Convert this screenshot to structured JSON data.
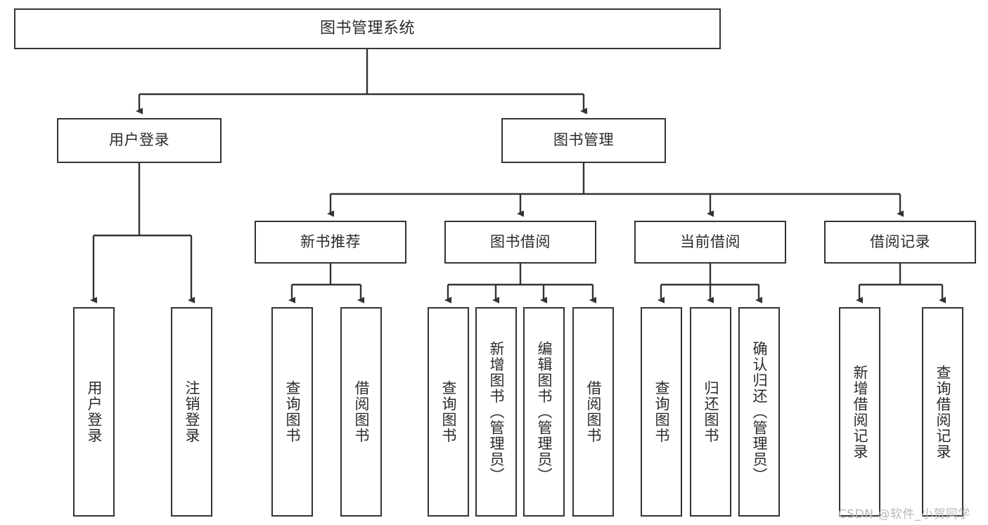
{
  "diagram": {
    "type": "hierarchy-tree",
    "title": "图书管理系统",
    "root": {
      "label": "图书管理系统"
    },
    "level2": [
      {
        "label": "用户登录"
      },
      {
        "label": "图书管理"
      }
    ],
    "level3": [
      {
        "label": "新书推荐"
      },
      {
        "label": "图书借阅"
      },
      {
        "label": "当前借阅"
      },
      {
        "label": "借阅记录"
      }
    ],
    "leaves": {
      "user_login": [
        {
          "label": "用户登录"
        },
        {
          "label": "注销登录"
        }
      ],
      "new_book_recommend": [
        {
          "label": "查询图书"
        },
        {
          "label": "借阅图书"
        }
      ],
      "book_borrow": [
        {
          "label": "查询图书"
        },
        {
          "label": "新增图书（管理员）"
        },
        {
          "label": "编辑图书（管理员）"
        },
        {
          "label": "借阅图书"
        }
      ],
      "current_borrow": [
        {
          "label": "查询图书"
        },
        {
          "label": "归还图书"
        },
        {
          "label": "确认归还（管理员）"
        }
      ],
      "borrow_record": [
        {
          "label": "新增借阅记录"
        },
        {
          "label": "查询借阅记录"
        }
      ]
    },
    "colors": {
      "stroke": "#333333",
      "fill": "#ffffff",
      "text": "#2b2b2b",
      "watermark": "#b9b9b9"
    }
  },
  "watermark": {
    "text": "CSDN @软件_小贺同学"
  }
}
